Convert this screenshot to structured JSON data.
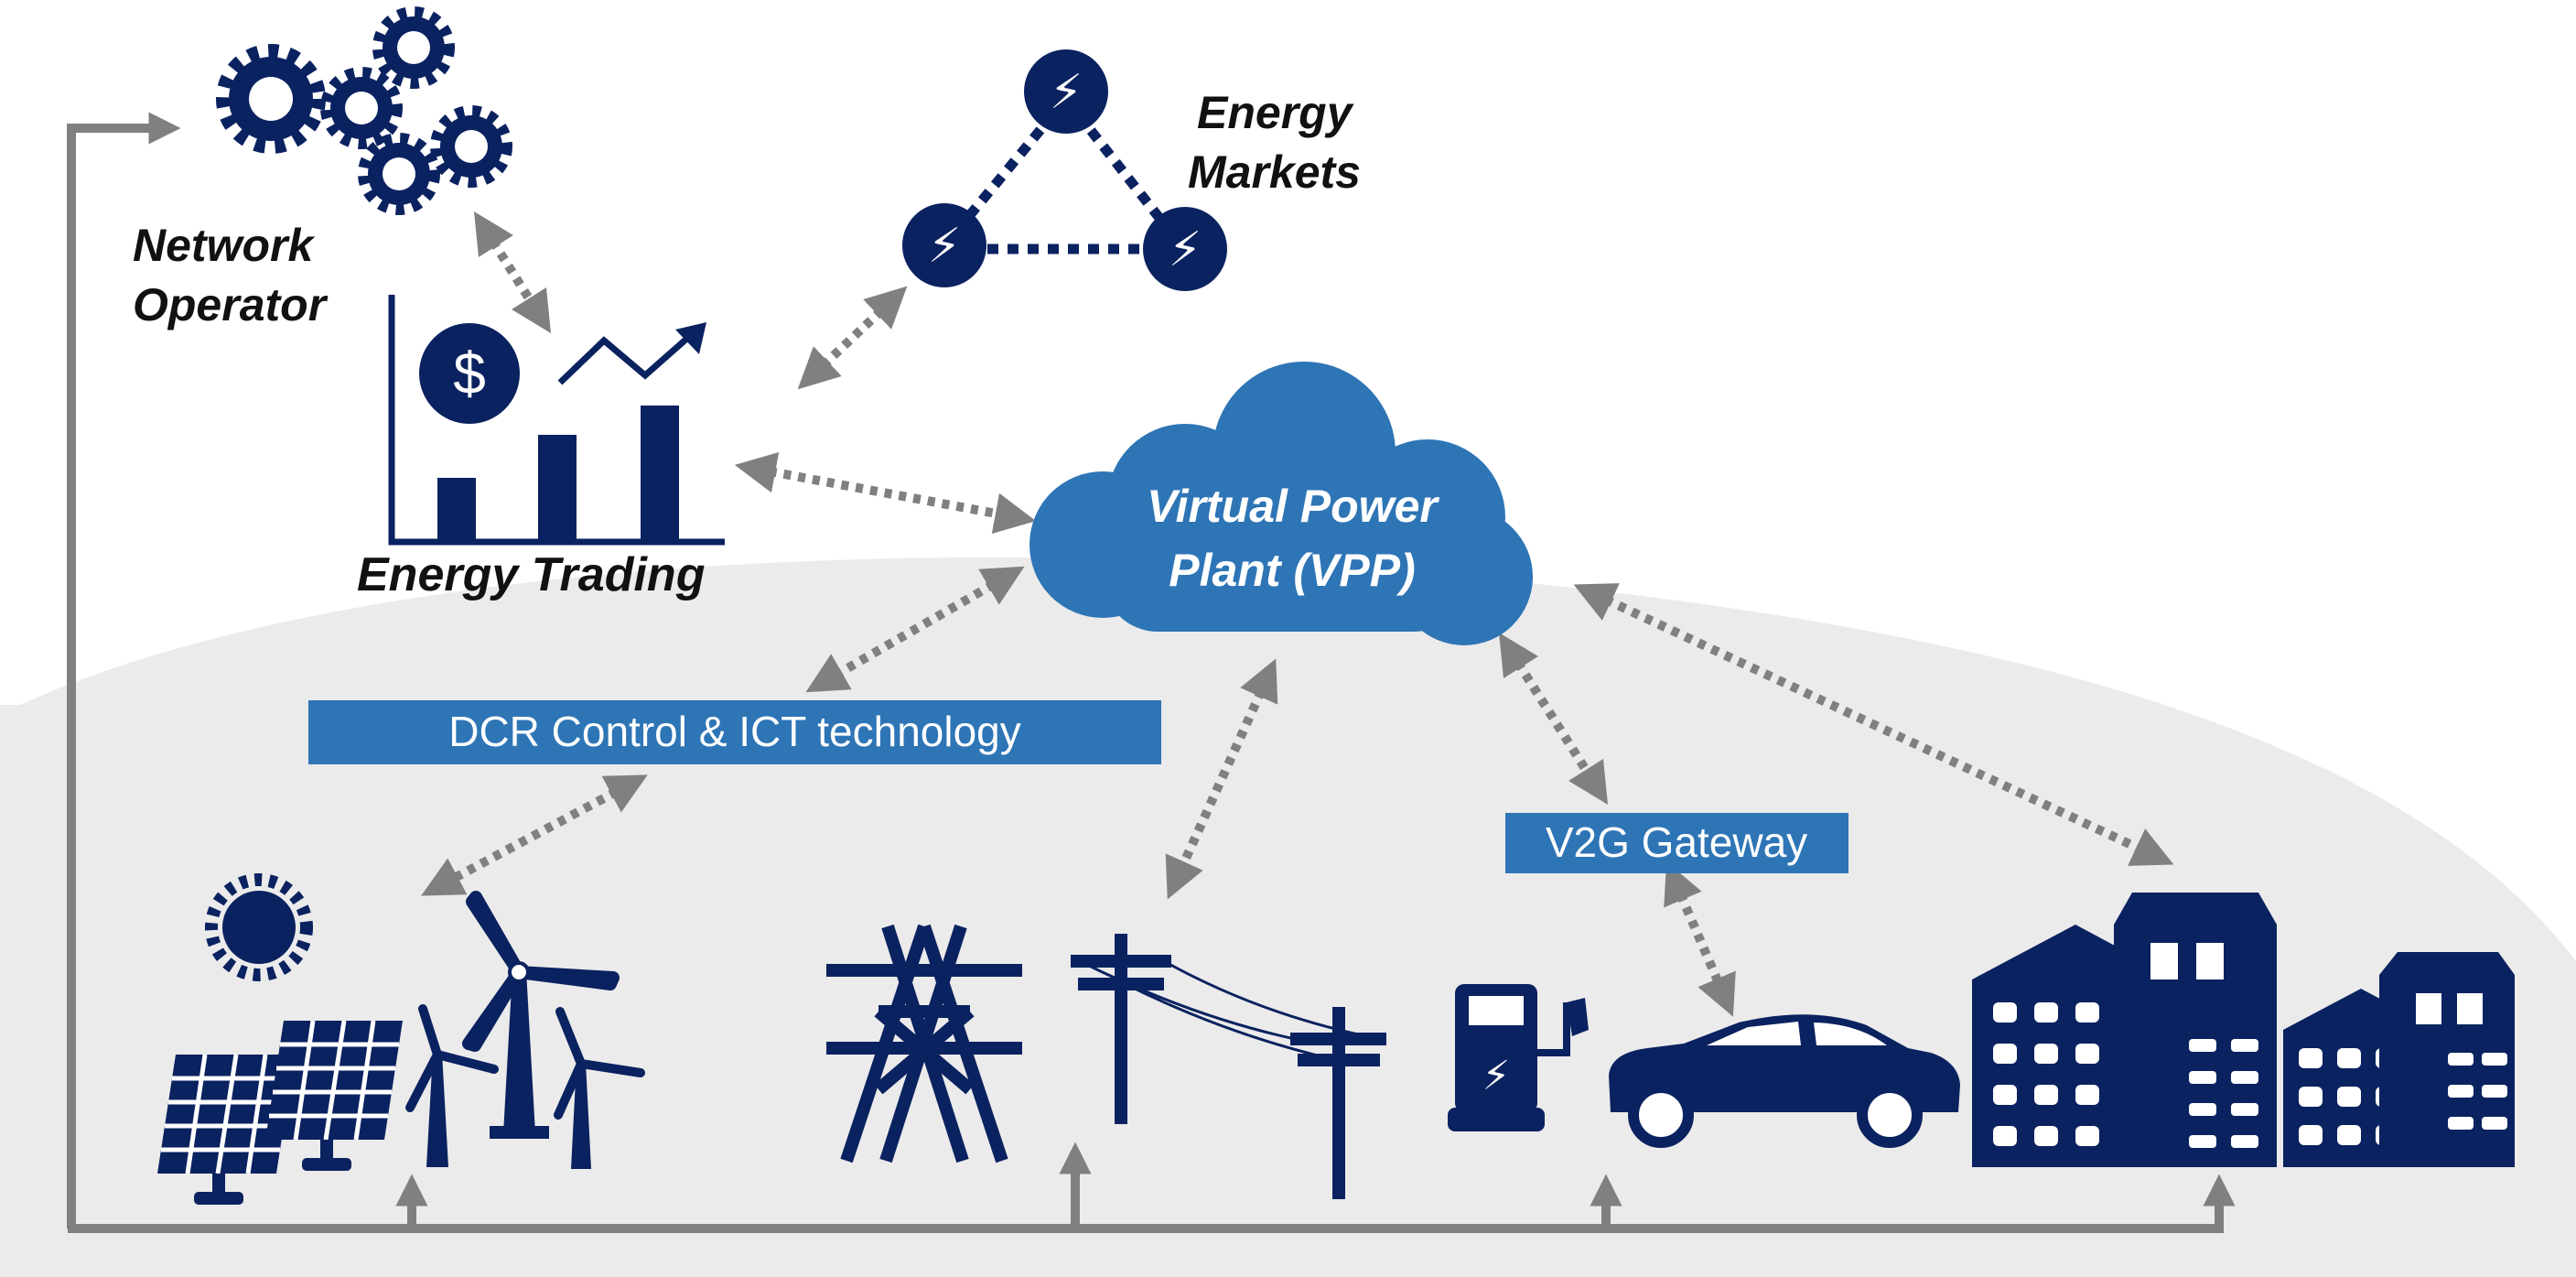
{
  "labels": {
    "network_operator_line1": "Network",
    "network_operator_line2": "Operator",
    "energy_markets_line1": "Energy",
    "energy_markets_line2": "Markets",
    "energy_trading": "Energy Trading",
    "vpp_line1": "Virtual Power",
    "vpp_line2": "Plant (VPP)",
    "dcr_control": "DCR Control & ICT technology",
    "v2g_gateway": "V2G Gateway"
  },
  "icons": {
    "dollar_symbol": "$",
    "lightning_symbol": "⚡"
  },
  "colors": {
    "navy": "#0b2260",
    "cloud_blue": "#2e75b6",
    "box_blue": "#2e75b6",
    "ground_gray": "#ebebeb",
    "arrow_gray": "#808080"
  }
}
